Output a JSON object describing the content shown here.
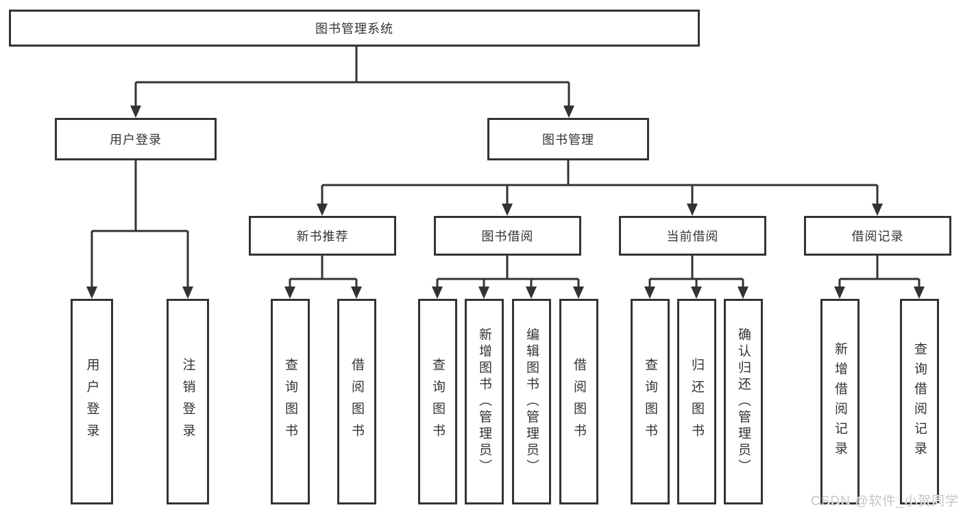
{
  "colors": {
    "line": "#333333",
    "background": "#ffffff",
    "watermark_text": "#c6c6c6"
  },
  "root": {
    "label": "图书管理系统"
  },
  "level2": [
    {
      "label": "用户登录"
    },
    {
      "label": "图书管理"
    }
  ],
  "level3": [
    {
      "label": "新书推荐"
    },
    {
      "label": "图书借阅"
    },
    {
      "label": "当前借阅"
    },
    {
      "label": "借阅记录"
    }
  ],
  "leaves": {
    "login": [
      "用户登录",
      "注销登录"
    ],
    "recommend": [
      "查询图书",
      "借阅图书"
    ],
    "borrow": [
      "查询图书",
      "新增图书（管理员）",
      "编辑图书（管理员）",
      "借阅图书"
    ],
    "current": [
      "查询图书",
      "归还图书",
      "确认归还（管理员）"
    ],
    "records": [
      "新增借阅记录",
      "查询借阅记录"
    ]
  },
  "watermark": {
    "text": "CSDN @软件_小贺同学"
  }
}
